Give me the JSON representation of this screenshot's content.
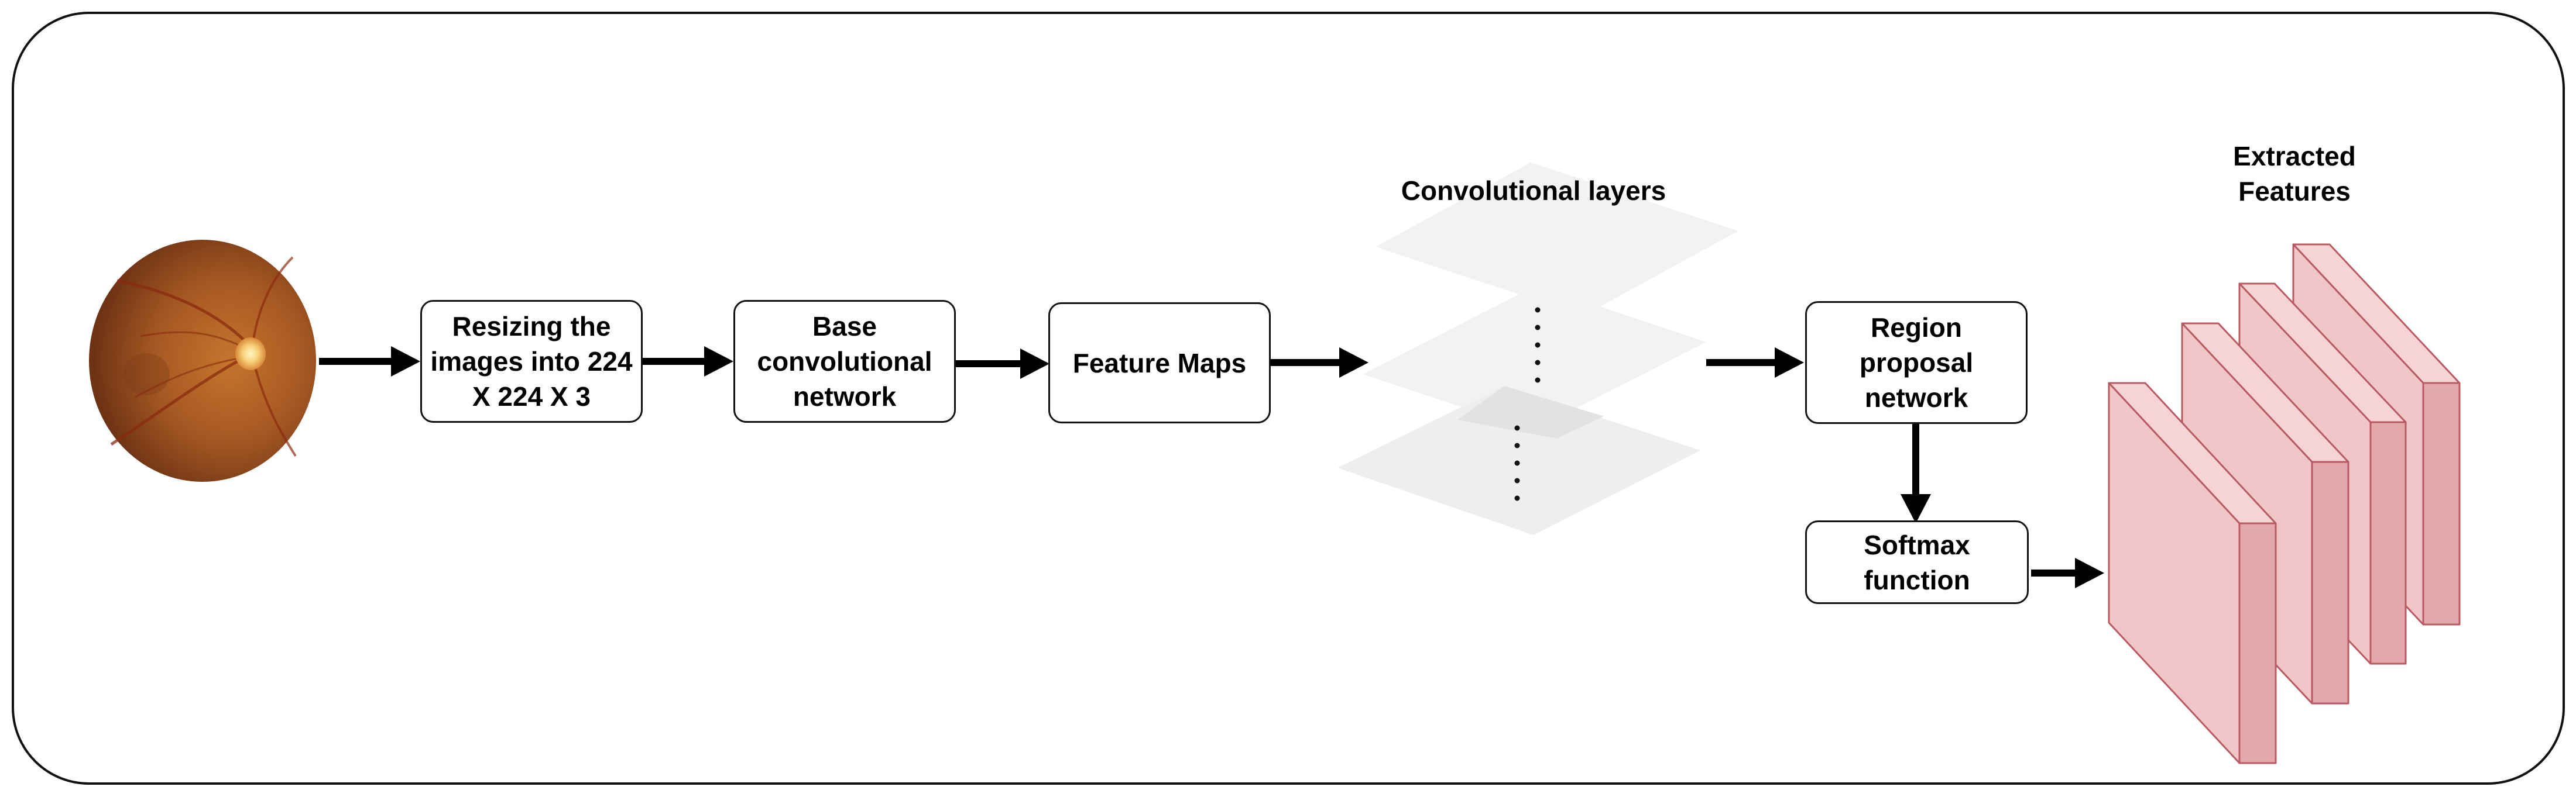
{
  "steps": {
    "resize": "Resizing the\nimages into 224\nX 224 X 3",
    "base_cnn": "Base\nconvolutional\nnetwork",
    "feature_maps": "Feature Maps",
    "rpn": "Region\nproposal\nnetwork",
    "softmax": "Softmax\nfunction"
  },
  "captions": {
    "conv_layers": "Convolutional layers",
    "extracted_features": "Extracted\nFeatures"
  },
  "colors": {
    "feature_block_face": "#f1c6c8",
    "feature_block_side": "#e3a8ac",
    "feature_block_edge": "#b85a62",
    "conv_layer_plane": "#f2f2f2",
    "fundus": "#a85a2a"
  },
  "icons": {
    "input_image": "retinal-fundus-image"
  }
}
